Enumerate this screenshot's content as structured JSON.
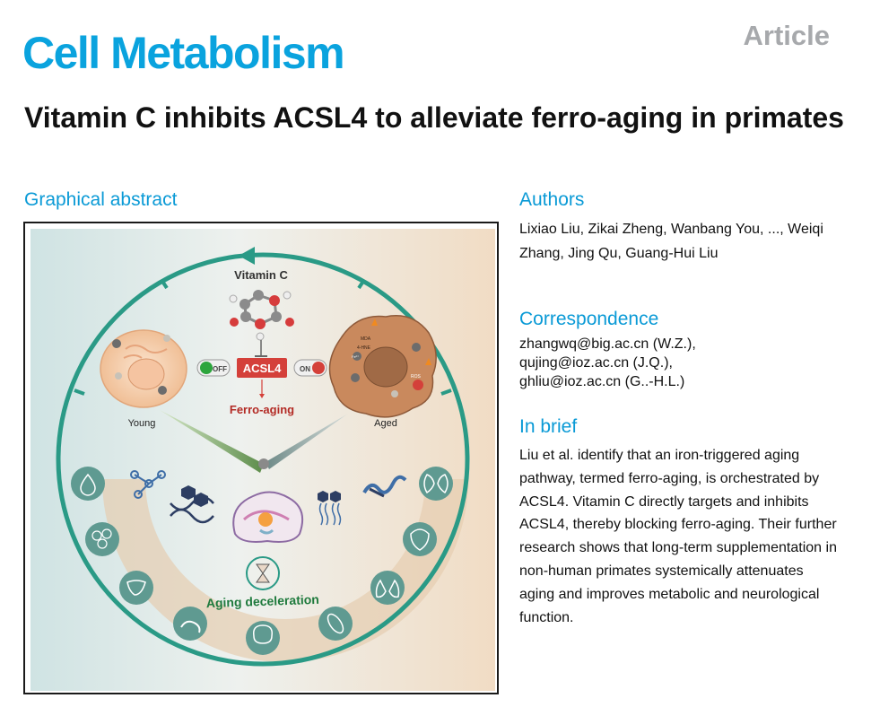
{
  "header": {
    "journal": "Cell Metabolism",
    "article_type": "Article"
  },
  "title": "Vitamin C inhibits ACSL4 to alleviate ferro-aging in primates",
  "sections": {
    "graphical_abstract": "Graphical abstract",
    "authors": "Authors",
    "correspondence": "Correspondence",
    "in_brief": "In brief"
  },
  "authors": "Lixiao Liu, Zikai Zheng, Wanbang You, ..., Weiqi Zhang, Jing Qu, Guang-Hui Liu",
  "correspondence": [
    "zhangwq@big.ac.cn (W.Z.),",
    "qujing@ioz.ac.cn (J.Q.),",
    "ghliu@ioz.ac.cn (G..-H.L.)"
  ],
  "in_brief": "Liu et al. identify that an iron-triggered aging pathway, termed ferro-aging, is orchestrated by ACSL4. Vitamin C directly targets and inhibits ACSL4, thereby blocking ferro-aging. Their further research shows that long-term supplementation in non-human primates systemically attenuates aging and improves metabolic and neurological function.",
  "graphical_abstract": {
    "vitamin_c_label": "Vitamin C",
    "acsl4_label": "ACSL4",
    "off_label": "OFF",
    "on_label": "ON",
    "ferro_aging_label": "Ferro-aging",
    "young_label": "Young",
    "aged_label": "Aged",
    "aging_deceleration_label": "Aging deceleration",
    "iron_label": "Fe²⁺",
    "mda_label": "MDA",
    "hne_label": "4-HNE",
    "ros_label": "ROS",
    "colors": {
      "ring_teal": "#2a9a86",
      "acsl4_red": "#d4403a",
      "off_green": "#2ca53c",
      "aged_cell": "#c9895d",
      "young_cell": "#f2c9a4",
      "organ_circle": "#5f9a91"
    },
    "organ_icons": [
      "kidney-icon",
      "heart-icon",
      "lung-icon",
      "muscle-icon",
      "brain-icon",
      "pancreas-icon",
      "liver-icon",
      "cell-cluster-icon",
      "blood-drop-icon"
    ]
  }
}
